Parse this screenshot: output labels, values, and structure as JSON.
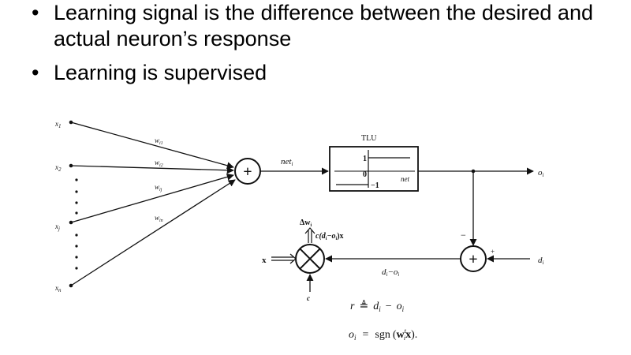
{
  "bullets": [
    "Learning signal is the difference between the desired and actual neuron’s response",
    "Learning is supervised"
  ],
  "diagram": {
    "inputs": [
      "x1",
      "x2",
      "xj",
      "xn"
    ],
    "input_labels": {
      "x1_base": "x",
      "x1_sub": "1",
      "x2_base": "x",
      "x2_sub": "2",
      "xj_base": "x",
      "xj_sub": "j",
      "xn_base": "x",
      "xn_sub": "n"
    },
    "weights": {
      "w1_base": "w",
      "w1_sub": "i1",
      "w2_base": "w",
      "w2_sub": "i2",
      "wj_base": "w",
      "wj_sub": "ij",
      "wn_base": "w",
      "wn_sub": "in"
    },
    "sum_symbol": "+",
    "net_base": "net",
    "net_sub": "i",
    "tlu_label": "TLU",
    "tlu_axis": {
      "one": "1",
      "zero": "0",
      "minus_one": "−1",
      "net": "net"
    },
    "output_base": "o",
    "output_sub": "i",
    "desired_base": "d",
    "desired_sub": "i",
    "minus_sign": "−",
    "plus_sign": "+",
    "error_label": "d_i − o_i",
    "error_parts": {
      "d": "d",
      "d_sub": "i",
      "mid": "−o",
      "o_sub": "i"
    },
    "multiplier_symbol": "⊗",
    "x_input": "x",
    "c_input": "c",
    "delta_w": {
      "base": "Δw",
      "sub": "i"
    },
    "update_expr": {
      "pre": "c(d",
      "sub1": "i",
      "mid": "−o",
      "sub2": "i",
      "post": ")x"
    },
    "eq1": {
      "lhs": "r",
      "op": "≜",
      "d": "d",
      "d_sub": "i",
      "minus": "−",
      "o": "o",
      "o_sub": "i"
    },
    "eq2": {
      "o": "o",
      "o_sub": "i",
      "eq": "=",
      "fn": "sgn",
      "open": "(",
      "w": "w",
      "w_sup": "t",
      "w_sub": "i",
      "x": "x",
      "close": ")."
    }
  }
}
